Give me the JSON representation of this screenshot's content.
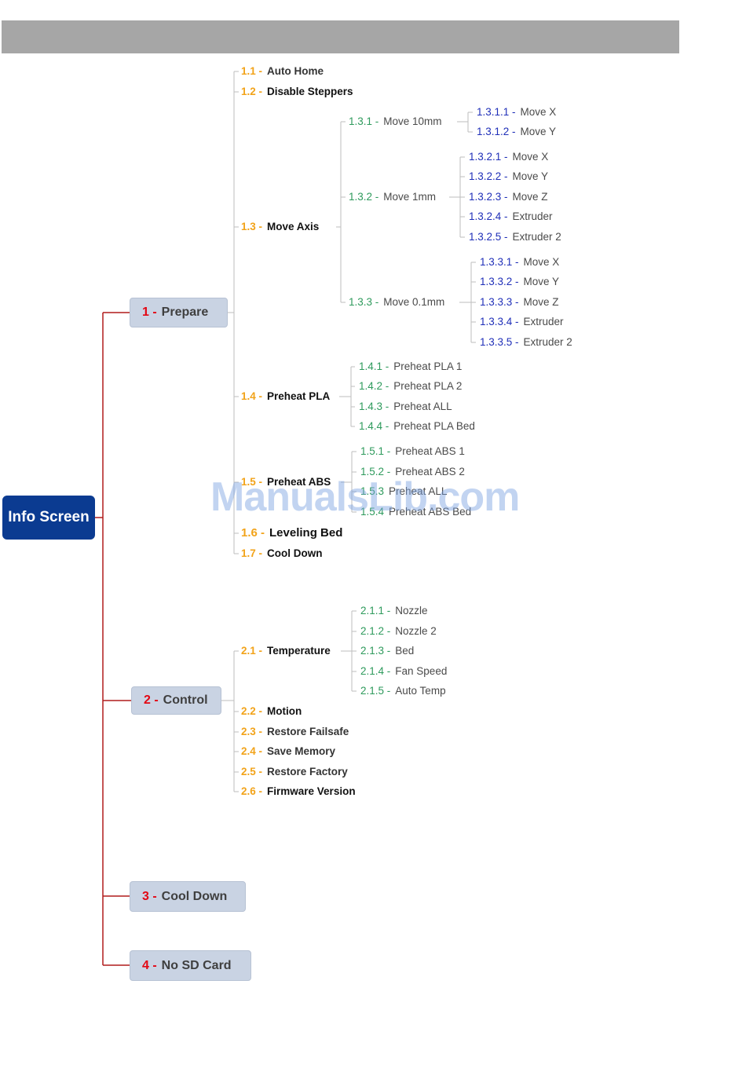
{
  "root": {
    "label": "Info Screen"
  },
  "categories": [
    {
      "num": "1 -",
      "label": "Prepare"
    },
    {
      "num": "2 -",
      "label": "Control"
    },
    {
      "num": "3 -",
      "label": "Cool Down"
    },
    {
      "num": "4 -",
      "label": "No SD Card"
    }
  ],
  "prepare": [
    {
      "num": "1.1 -",
      "label": "Auto Home"
    },
    {
      "num": "1.2 -",
      "label": "Disable Steppers"
    },
    {
      "num": "1.3 -",
      "label": "Move Axis"
    },
    {
      "num": "1.4 -",
      "label": "Preheat PLA"
    },
    {
      "num": "1.5 -",
      "label": "Preheat ABS"
    },
    {
      "num": "1.6 -",
      "label": "Leveling Bed"
    },
    {
      "num": "1.7 -",
      "label": "Cool Down"
    }
  ],
  "move_axis": [
    {
      "num": "1.3.1 -",
      "label": "Move 10mm"
    },
    {
      "num": "1.3.2 -",
      "label": "Move 1mm"
    },
    {
      "num": "1.3.3 -",
      "label": "Move 0.1mm"
    }
  ],
  "move_10mm": [
    {
      "num": "1.3.1.1 -",
      "label": "Move X"
    },
    {
      "num": "1.3.1.2 -",
      "label": "Move Y"
    }
  ],
  "move_1mm": [
    {
      "num": "1.3.2.1 -",
      "label": "Move X"
    },
    {
      "num": "1.3.2.2 -",
      "label": "Move Y"
    },
    {
      "num": "1.3.2.3 -",
      "label": "Move Z"
    },
    {
      "num": "1.3.2.4 -",
      "label": "Extruder"
    },
    {
      "num": "1.3.2.5 -",
      "label": "Extruder 2"
    }
  ],
  "move_01mm": [
    {
      "num": "1.3.3.1 -",
      "label": "Move X"
    },
    {
      "num": "1.3.3.2 -",
      "label": "Move Y"
    },
    {
      "num": "1.3.3.3 -",
      "label": "Move Z"
    },
    {
      "num": "1.3.3.4 -",
      "label": "Extruder"
    },
    {
      "num": "1.3.3.5 -",
      "label": "Extruder 2"
    }
  ],
  "preheat_pla": [
    {
      "num": "1.4.1 -",
      "label": "Preheat PLA 1"
    },
    {
      "num": "1.4.2 -",
      "label": "Preheat PLA 2"
    },
    {
      "num": "1.4.3 -",
      "label": "Preheat ALL"
    },
    {
      "num": "1.4.4 -",
      "label": "Preheat PLA Bed"
    }
  ],
  "preheat_abs": [
    {
      "num": "1.5.1 -",
      "label": "Preheat ABS 1"
    },
    {
      "num": "1.5.2 -",
      "label": "Preheat ABS 2"
    },
    {
      "num": "1.5.3",
      "label": "Preheat ALL"
    },
    {
      "num": "1.5.4",
      "label": "Preheat ABS Bed"
    }
  ],
  "control": [
    {
      "num": "2.1 -",
      "label": "Temperature"
    },
    {
      "num": "2.2 -",
      "label": "Motion"
    },
    {
      "num": "2.3 -",
      "label": "Restore Failsafe"
    },
    {
      "num": "2.4 -",
      "label": "Save Memory"
    },
    {
      "num": "2.5 -",
      "label": "Restore Factory"
    },
    {
      "num": "2.6 -",
      "label": "Firmware Version"
    }
  ],
  "temperature": [
    {
      "num": "2.1.1 -",
      "label": "Nozzle"
    },
    {
      "num": "2.1.2 -",
      "label": "Nozzle 2"
    },
    {
      "num": "2.1.3 -",
      "label": "Bed"
    },
    {
      "num": "2.1.4 -",
      "label": "Fan Speed"
    },
    {
      "num": "2.1.5 -",
      "label": "Auto Temp"
    }
  ],
  "watermark": "ManualsLib.com",
  "colors": {
    "root": "#0b3b91",
    "category_box": "#c9d3e3",
    "category_num": "#e30613",
    "level2_num": "#f2a31a",
    "level3_num": "#2e9a5c",
    "level4_num": "#1f2fb8",
    "root_connector": "#b01c1c"
  }
}
